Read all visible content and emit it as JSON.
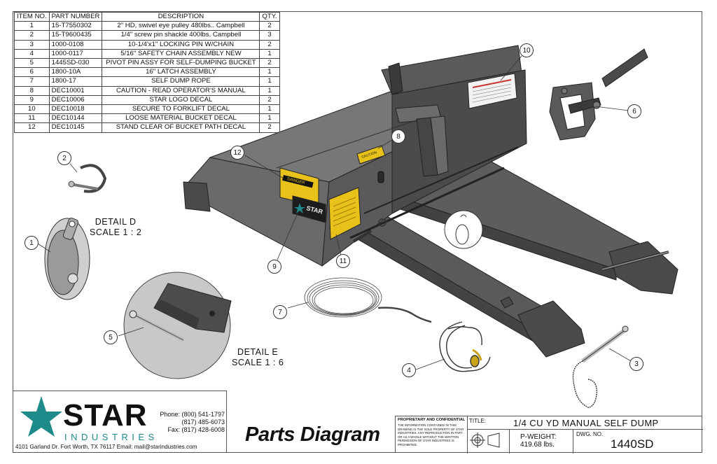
{
  "bom": {
    "headers": [
      "ITEM NO.",
      "PART NUMBER",
      "DESCRIPTION",
      "QTY."
    ],
    "rows": [
      [
        "1",
        "15-T7550302",
        "2\" HD, swivel eye pulley 480lbs.. Campbell",
        "2"
      ],
      [
        "2",
        "15-T9600435",
        "1/4\" screw pin shackle 400lbs. Campbell",
        "3"
      ],
      [
        "3",
        "1000-0108",
        "10-1/4'x1\" LOCKING PIN W/CHAIN",
        "2"
      ],
      [
        "4",
        "1000-0117",
        "5/16\" SAFETY CHAIN ASSEMBLY NEW",
        "1"
      ],
      [
        "5",
        "1445SD-030",
        "PIVOT PIN ASSY FOR SELF-DUMPING BUCKET",
        "2"
      ],
      [
        "6",
        "1800-10A",
        "16\" LATCH ASSEMBLY",
        "1"
      ],
      [
        "7",
        "1800-17",
        "SELF DUMP ROPE",
        "1"
      ],
      [
        "8",
        "DEC10001",
        "CAUTION - READ OPERATOR'S MANUAL",
        "1"
      ],
      [
        "9",
        "DEC10006",
        "STAR LOGO DECAL",
        "2"
      ],
      [
        "10",
        "DEC10018",
        "SECURE TO FORKLIFT DECAL",
        "1"
      ],
      [
        "11",
        "DEC10144",
        "LOOSE MATERIAL BUCKET DECAL",
        "1"
      ],
      [
        "12",
        "DEC10145",
        "STAND CLEAR OF BUCKET PATH DECAL",
        "2"
      ]
    ]
  },
  "balloons": [
    "1",
    "2",
    "3",
    "4",
    "5",
    "6",
    "7",
    "8",
    "9",
    "10",
    "11",
    "12"
  ],
  "details": {
    "d": {
      "name": "DETAIL D",
      "scale": "SCALE 1 : 2"
    },
    "e": {
      "name": "DETAIL E",
      "scale": "SCALE 1 : 6"
    }
  },
  "decals": {
    "danger": "DANGER",
    "caution": "CAUTION",
    "star": "STAR"
  },
  "company": {
    "name": "STAR",
    "tagline": "INDUSTRIES",
    "phone": "Phone: (800) 541-1797",
    "phone2": "(817) 485-6073",
    "fax": "Fax: (817) 428-6008",
    "address": "4101 Garland Dr. Fort Worth, TX 76117  Email: mail@starindustries.com"
  },
  "heading": "Parts Diagram",
  "title_block": {
    "proprietary_title": "PROPRIETARY AND CONFIDENTIAL",
    "proprietary_text": "THE INFORMATION CONTAINED IN THIS DRAWING IS THE SOLE PROPERTY OF STAR INDUSTRIES. ANY REPRODUCTION IN PART OR AS A WHOLE WITHOUT THE WRITTEN PERMISSION OF STAR INDUSTRIES IS PROHIBITED.",
    "title_label": "TITLE:",
    "title": "1/4 CU YD MANUAL SELF DUMP",
    "weight_label": "P-WEIGHT:",
    "weight": "419.68 lbs.",
    "dwg_label": "DWG.  NO.",
    "dwg_no": "1440SD"
  },
  "colors": {
    "body": "#5a5a5c",
    "body_dark": "#3c3c3e",
    "body_light": "#77777a",
    "decal_yellow": "#e8c21a",
    "star_teal": "#1f8a8a"
  }
}
